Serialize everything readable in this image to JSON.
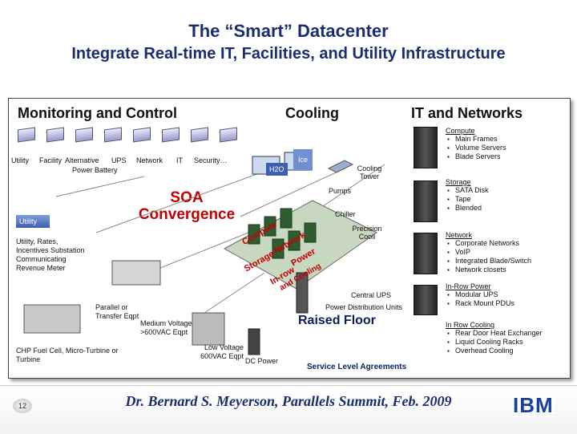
{
  "title": {
    "line1": "The “Smart” Datacenter",
    "line2": "Integrate Real-time IT, Facilities, and Utility Infrastructure"
  },
  "headers": {
    "monitoring": "Monitoring and Control",
    "cooling": "Cooling",
    "it_networks": "IT and Networks"
  },
  "monitoring_labels": [
    "Utility",
    "Facility",
    "Alternative",
    "UPS",
    "Network",
    "IT",
    "Security…",
    "Power",
    "Battery"
  ],
  "soa": {
    "line1": "SOA",
    "line2": "Convergence"
  },
  "utility_box": "Utility",
  "utility_desc": "Utility, Rates, Incentives Substation Communicating Revenue Meter",
  "cooling_labels": {
    "h2o": "H2O",
    "ice": "Ice",
    "cooling_tower": "Cooling Tower",
    "pumps": "Pumps",
    "chiller": "Chiller",
    "precision": "Precision Cooli"
  },
  "floor_words": {
    "compute": "Compute",
    "network": "Network",
    "storage": "Storage",
    "power": "Power",
    "inrow": "In-row",
    "cooling": "and Cooling"
  },
  "power_labels": {
    "central_ups": "Central UPS",
    "pdu": "Power Distribution Units",
    "parallel": "Parallel or Transfer Eqpt",
    "medium": "Medium Voltage >600VAC Eqpt",
    "low": "Low Voltage 600VAC Eqpt",
    "dc": "DC Power",
    "chp": "CHP Fuel Cell, Micro-Turbine or Turbine"
  },
  "raised_floor": "Raised Floor",
  "sla": "Service Level Agreements",
  "it_lists": [
    {
      "heading": "Compute",
      "items": [
        "Main Frames",
        "Volume Servers",
        "Blade Servers"
      ]
    },
    {
      "heading": "Storage",
      "items": [
        "SATA Disk",
        "Tape",
        "Blended"
      ]
    },
    {
      "heading": "Network",
      "items": [
        "Corporate Networks",
        "VoIP",
        "Integrated Blade/Switch",
        "Network closets"
      ]
    },
    {
      "heading": "In-Row Power",
      "items": [
        "Modular UPS",
        "Rack Mount PDUs"
      ]
    },
    {
      "heading": "In Row Cooling",
      "items": [
        "Rear Door Heat Exchanger",
        "Liquid Cooling Racks",
        "Overhead Cooling"
      ]
    }
  ],
  "footer": {
    "page": "12",
    "byline": "Dr. Bernard S. Meyerson, Parallels Summit, Feb. 2009",
    "logo": "IBM"
  },
  "colors": {
    "title": "#1a2d6e",
    "soa": "#c00000",
    "floor_text": "#c00000"
  }
}
